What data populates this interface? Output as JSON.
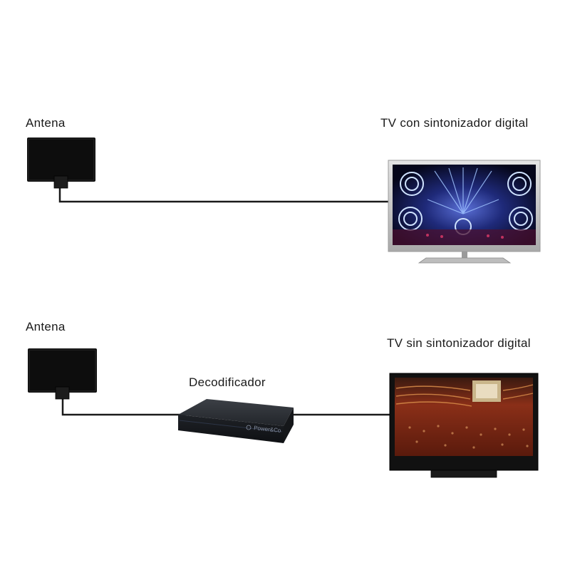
{
  "diagram_top": {
    "antenna_label": "Antena",
    "tv_label": "TV con sintonizador digital"
  },
  "diagram_bottom": {
    "antenna_label": "Antena",
    "decoder_label": "Decodificador",
    "decoder_brand": "Power&Co",
    "tv_label": "TV sin sintonizador digital"
  },
  "colors": {
    "cable": "#1a1a1a",
    "antenna": "#0d0d0d",
    "tv_frame_silver": "#c9c9c9",
    "tv_frame_black": "#111111",
    "decoder_body": "#2b2e33"
  }
}
